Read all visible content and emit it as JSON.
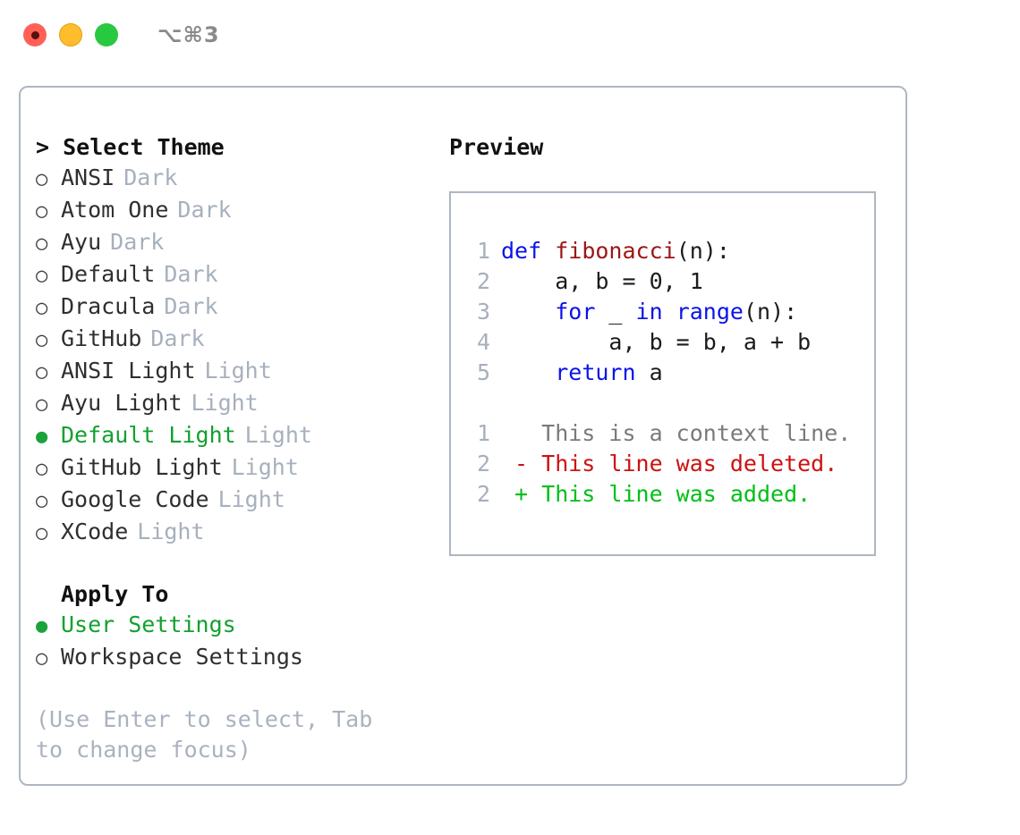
{
  "titlebar": {
    "shortcut": "⌥⌘3",
    "buttons": [
      {
        "name": "close",
        "color": "#ff6058"
      },
      {
        "name": "minimize",
        "color": "#ffbd2e"
      },
      {
        "name": "zoom",
        "color": "#28c840"
      }
    ]
  },
  "theme_panel": {
    "header": "> Select Theme",
    "marker_selected": "●",
    "marker_unselected": "○",
    "items": [
      {
        "name": "ANSI",
        "variant": "Dark",
        "selected": false
      },
      {
        "name": "Atom One",
        "variant": "Dark",
        "selected": false
      },
      {
        "name": "Ayu",
        "variant": "Dark",
        "selected": false
      },
      {
        "name": "Default",
        "variant": "Dark",
        "selected": false
      },
      {
        "name": "Dracula",
        "variant": "Dark",
        "selected": false
      },
      {
        "name": "GitHub",
        "variant": "Dark",
        "selected": false
      },
      {
        "name": "ANSI Light",
        "variant": "Light",
        "selected": false
      },
      {
        "name": "Ayu Light",
        "variant": "Light",
        "selected": false
      },
      {
        "name": "Default Light",
        "variant": "Light",
        "selected": true
      },
      {
        "name": "GitHub Light",
        "variant": "Light",
        "selected": false
      },
      {
        "name": "Google Code",
        "variant": "Light",
        "selected": false
      },
      {
        "name": "XCode",
        "variant": "Light",
        "selected": false
      }
    ]
  },
  "apply_to": {
    "header": "Apply To",
    "items": [
      {
        "name": "User Settings",
        "selected": true
      },
      {
        "name": "Workspace Settings",
        "selected": false
      }
    ]
  },
  "hint": "(Use Enter to select, Tab to change focus)",
  "preview": {
    "header": "Preview",
    "code_lines": [
      {
        "lineno": "1",
        "tokens": [
          {
            "text": "def ",
            "style": "kw"
          },
          {
            "text": "fibonacci",
            "style": "fn"
          },
          {
            "text": "(n):",
            "style": "plain"
          }
        ]
      },
      {
        "lineno": "2",
        "tokens": [
          {
            "text": "    a, b = 0, 1",
            "style": "plain"
          }
        ]
      },
      {
        "lineno": "3",
        "tokens": [
          {
            "text": "    ",
            "style": "plain"
          },
          {
            "text": "for",
            "style": "kw"
          },
          {
            "text": " _ ",
            "style": "plain"
          },
          {
            "text": "in",
            "style": "kw"
          },
          {
            "text": " ",
            "style": "plain"
          },
          {
            "text": "range",
            "style": "kw"
          },
          {
            "text": "(n):",
            "style": "plain"
          }
        ]
      },
      {
        "lineno": "4",
        "tokens": [
          {
            "text": "        a, b = b, a + b",
            "style": "plain"
          }
        ]
      },
      {
        "lineno": "5",
        "tokens": [
          {
            "text": "    ",
            "style": "plain"
          },
          {
            "text": "return",
            "style": "kw"
          },
          {
            "text": " a",
            "style": "plain"
          }
        ]
      }
    ],
    "diff_lines": [
      {
        "lineno": "1",
        "tokens": [
          {
            "text": "   This is a context line.",
            "style": "ctx"
          }
        ]
      },
      {
        "lineno": "2",
        "tokens": [
          {
            "text": " - This line was deleted.",
            "style": "del"
          }
        ]
      },
      {
        "lineno": "2",
        "tokens": [
          {
            "text": " + This line was added.",
            "style": "add"
          }
        ]
      }
    ]
  },
  "colors": {
    "accent_green": "#12a02f",
    "muted": "#a7b0bd",
    "border": "#aeb6c4",
    "keyword": "#0a14e8",
    "function": "#9e1515",
    "diff_deleted": "#cc1111",
    "diff_added": "#00bf17"
  }
}
